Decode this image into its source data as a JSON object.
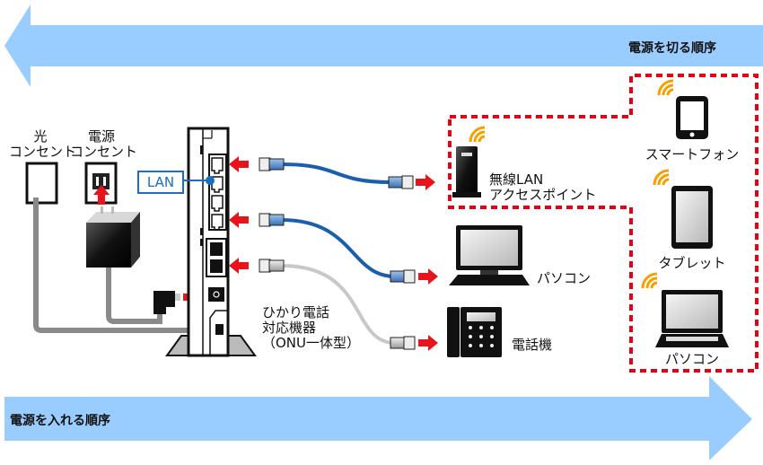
{
  "colors": {
    "arrow_fill": "#99ccff",
    "red_arrow": "#e8141c",
    "dotted_border": "#e60012",
    "lan_blue": "#1a6fbf",
    "cable_blue": "#1a5fae",
    "cable_gray": "#c8c8c8",
    "power_cable_gray": "#8a8a8a",
    "wifi_orange": "#f5a000"
  },
  "arrows": {
    "power_off_order": "電源を切る順序",
    "power_on_order": "電源を入れる順序"
  },
  "outlets": {
    "optical": [
      "光",
      "コンセント"
    ],
    "power": [
      "電源",
      "コンセント"
    ]
  },
  "router": {
    "port_label": "LAN",
    "name": [
      "ひかり電話",
      "対応機器",
      "（ONU一体型）"
    ]
  },
  "devices": {
    "access_point": [
      "無線LAN",
      "アクセスポイント"
    ],
    "desktop_pc": "パソコン",
    "telephone": "電話機"
  },
  "wireless_devices": {
    "smartphone": "スマートフォン",
    "tablet": "タブレット",
    "laptop": "パソコン"
  }
}
